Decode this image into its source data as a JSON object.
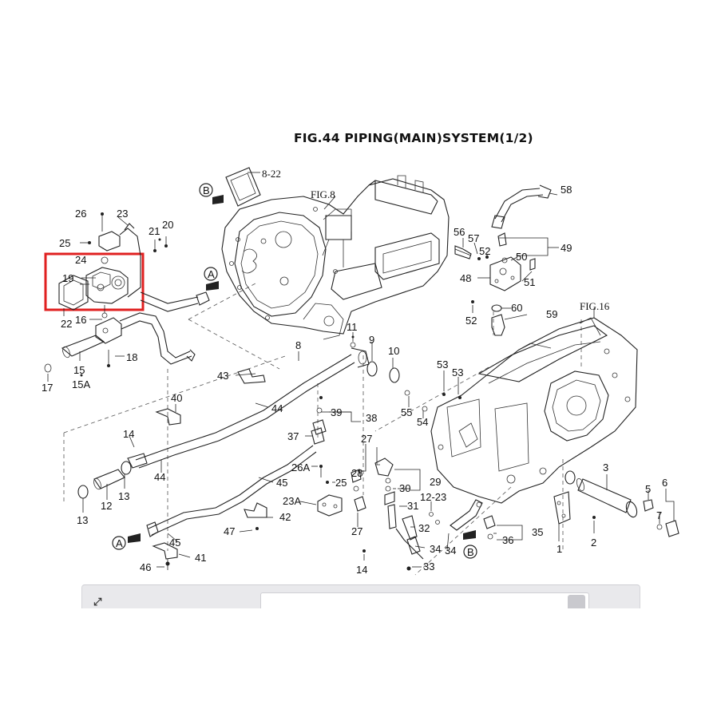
{
  "diagram": {
    "title": "FIG.44 PIPING(MAIN)SYSTEM(1/2)",
    "fig_refs": [
      "FIG.8",
      "FIG.16"
    ],
    "reference_top": "8-22",
    "connector_a": "A",
    "connector_b": "B",
    "highlight_color": "#e02020",
    "part_numbers": {
      "p1": "1",
      "p2": "2",
      "p3": "3",
      "p5": "5",
      "p6": "6",
      "p7": "7",
      "p8": "8",
      "p9": "9",
      "p10": "10",
      "p11": "11",
      "p12": "12",
      "p13a": "13",
      "p13b": "13",
      "p14a": "14",
      "p14b": "14",
      "p15": "15",
      "p15a": "15A",
      "p16": "16",
      "p17": "17",
      "p18": "18",
      "p19": "19",
      "p20": "20",
      "p21": "21",
      "p22": "22",
      "p23": "23",
      "p23a": "23A",
      "p24": "24",
      "p25a": "25",
      "p25b": "25",
      "p26": "26",
      "p26a": "26A",
      "p27a": "27",
      "p27b": "27",
      "p28": "28",
      "p29": "29",
      "p30": "30",
      "p31": "31",
      "p32": "32",
      "p33": "33",
      "p34a": "34",
      "p34b": "34",
      "p35": "35",
      "p36": "36",
      "p37": "37",
      "p38": "38",
      "p39": "39",
      "p40": "40",
      "p41": "41",
      "p42": "42",
      "p43": "43",
      "p44a": "44",
      "p44b": "44",
      "p45a": "45",
      "p45b": "45",
      "p46": "46",
      "p47": "47",
      "p48": "48",
      "p49": "49",
      "p50": "50",
      "p51": "51",
      "p52a": "52",
      "p52b": "52",
      "p53a": "53",
      "p53b": "53",
      "p54": "54",
      "p55": "55",
      "p56": "56",
      "p57": "57",
      "p58": "58",
      "p59": "59",
      "p60": "60",
      "p12_23": "12-23"
    }
  },
  "bottom_bar": {
    "tab_label": "",
    "input_placeholder": ""
  }
}
